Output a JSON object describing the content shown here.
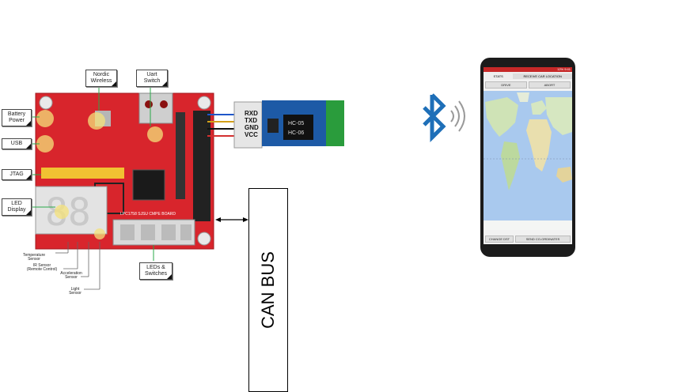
{
  "labels": {
    "battery_power": "Battery\nPower",
    "usb": "USB",
    "jtag": "JTAG",
    "led_display": "LED\nDisplay",
    "nordic_wireless": "Nordic\nWireless",
    "uart_switch": "Uart\nSwitch",
    "leds_switches": "LEDs &\nSwitches"
  },
  "sensors": {
    "temperature": "Temperature\nSensor",
    "ir": "IR Sensor\n(Remote Control)",
    "acceleration": "Acceleration\nSensor",
    "light": "Light\nSensor"
  },
  "board": {
    "silkscreen": "LPC1758 SJSU CMPE BOARD",
    "digits": "88"
  },
  "bluetooth_module": {
    "pins": [
      "RXD",
      "TXD",
      "GND",
      "VCC"
    ],
    "chip_label_1": "HC-05",
    "chip_label_2": "HC-06"
  },
  "can_bus": {
    "label": "CAN BUS"
  },
  "phone": {
    "status": "12% 9:41",
    "tab_stats": "STATS",
    "btn_receive": "RECEIVE CAR LOCATION",
    "btn_drive": "DRIVE",
    "btn_abort": "ABORT",
    "btn_change_dst": "CHANGE DST",
    "btn_send": "SEND CO-ORDINATES"
  },
  "colors": {
    "board_red": "#d8252c",
    "bt_blue": "#1e6fb8",
    "module_blue": "#1d5aa6"
  }
}
